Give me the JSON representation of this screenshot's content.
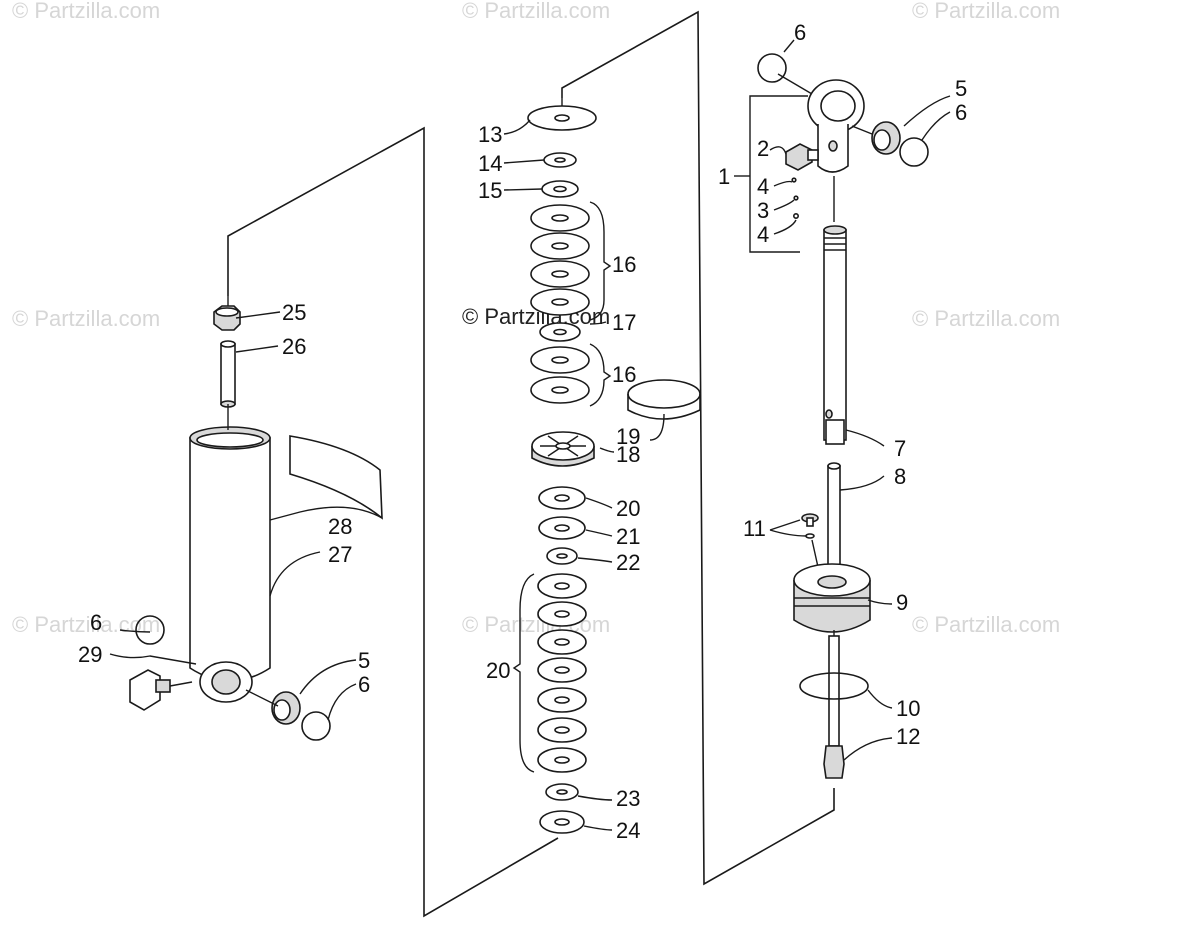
{
  "watermarks": {
    "text": "© Partzilla.com",
    "main": "© Partzilla.com"
  },
  "callouts": {
    "c1": "1",
    "c2": "2",
    "c3": "3",
    "c4a": "4",
    "c4b": "4",
    "c5a": "5",
    "c6a": "6",
    "c6b": "6",
    "c7": "7",
    "c8": "8",
    "c9": "9",
    "c10": "10",
    "c11": "11",
    "c12": "12",
    "c13": "13",
    "c14": "14",
    "c15": "15",
    "c16a": "16",
    "c17": "17",
    "c16b": "16",
    "c18": "18",
    "c19": "19",
    "c20a": "20",
    "c21": "21",
    "c22": "22",
    "c20b": "20",
    "c23": "23",
    "c24": "24",
    "c25": "25",
    "c26": "26",
    "c27": "27",
    "c28": "28",
    "c29": "29",
    "c6c": "6",
    "c5b": "5",
    "c6d": "6"
  }
}
